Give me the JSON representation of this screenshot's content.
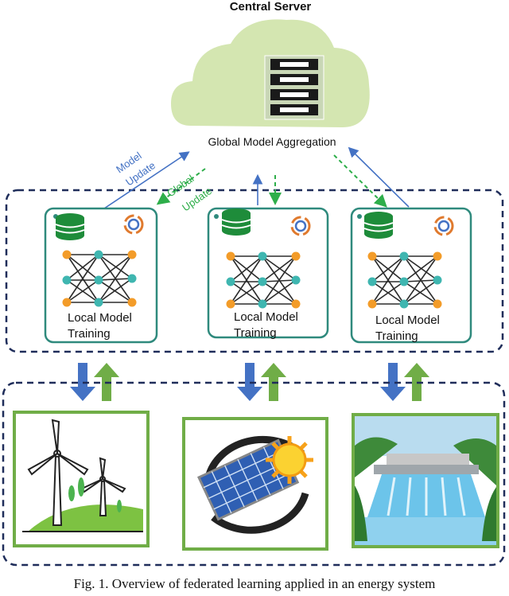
{
  "server": {
    "title": "Central Server",
    "aggregation_label": "Global Model Aggregation"
  },
  "arrows": {
    "model_update_line1": "Model",
    "model_update_line2": "Update",
    "global_update_line1": "Global",
    "global_update_line2": "Update"
  },
  "clients": [
    {
      "label_line1": "Local Model",
      "label_line2": "Training"
    },
    {
      "label_line1": "Local Model",
      "label_line2": "Training"
    },
    {
      "label_line1": "Local Model",
      "label_line2": "Training"
    }
  ],
  "energy_sources": [
    "wind-turbines",
    "solar-panel",
    "hydro-dam"
  ],
  "colors": {
    "dashed_border": "#1f2d5a",
    "card_border": "#2f8a7d",
    "blue_arrow": "#4472c4",
    "green_arrow": "#70ad47",
    "green_dashed": "#2eae4a",
    "cloud": "#d4e6b1"
  },
  "caption": "Fig. 1.  Overview of federated learning applied in an energy system"
}
